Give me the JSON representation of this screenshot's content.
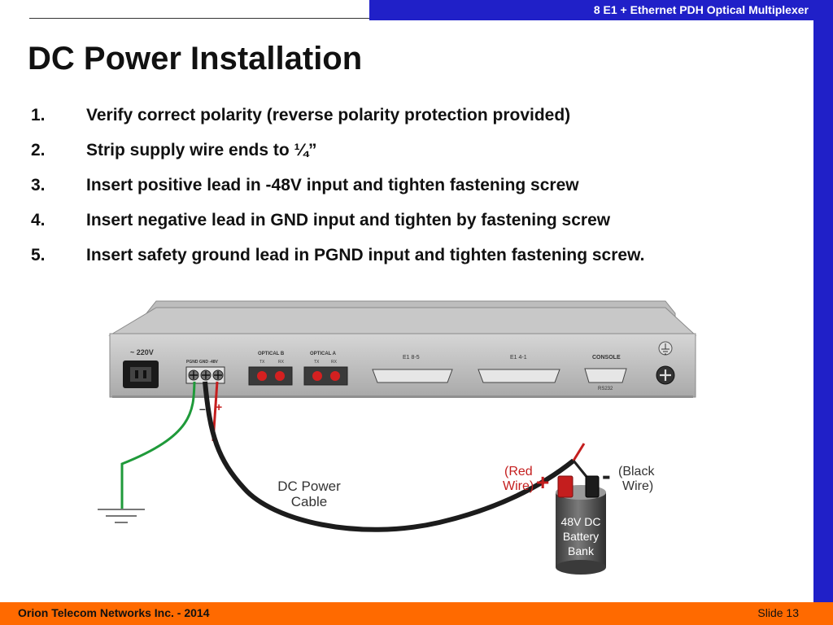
{
  "header": {
    "title": "8 E1 + Ethernet PDH Optical Multiplexer"
  },
  "slide": {
    "title": "DC Power Installation",
    "steps": [
      {
        "num": "1.",
        "text": "Verify correct polarity (reverse polarity protection provided)"
      },
      {
        "num": "2.",
        "text": "Strip supply wire ends to ¼”"
      },
      {
        "num": "3.",
        "text": "Insert positive lead in -48V input and tighten fastening screw"
      },
      {
        "num": "4.",
        "text": "Insert negative lead in GND input and tighten by fastening screw"
      },
      {
        "num": "5.",
        "text": "Insert safety ground lead in PGND input and tighten fastening screw."
      }
    ]
  },
  "diagram": {
    "panel": {
      "power_label": "~ 220V",
      "terminal_label": "PGND GND -48V",
      "optical_b": "OPTICAL B",
      "optical_a": "OPTICAL A",
      "tx": "TX",
      "rx": "RX",
      "e1_85": "E1 8-5",
      "e1_41": "E1 4-1",
      "console": "CONSOLE",
      "rs232": "RS232"
    },
    "minus_sign": "–",
    "plus_sign": "+",
    "cable_label_1": "DC Power",
    "cable_label_2": "Cable",
    "red_wire_1": "(Red",
    "red_wire_2": "Wire)",
    "black_wire_1": "(Black",
    "black_wire_2": "Wire)",
    "battery_1": "48V DC",
    "battery_2": "Battery",
    "battery_3": "Bank",
    "battery_plus": "+",
    "battery_minus": "-"
  },
  "footer": {
    "company": "Orion Telecom Networks Inc. - 2014",
    "slide": "Slide 13"
  }
}
